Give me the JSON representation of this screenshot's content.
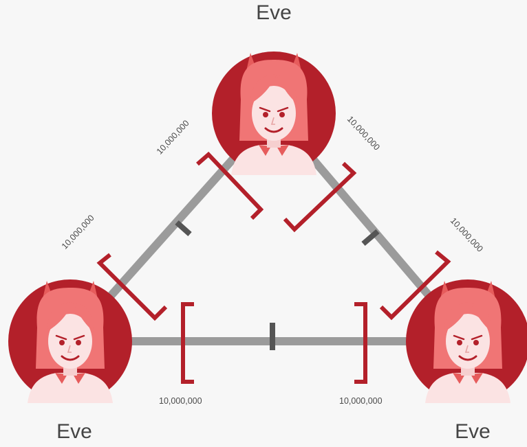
{
  "nodes": {
    "top": {
      "name": "Eve"
    },
    "left": {
      "name": "Eve"
    },
    "right": {
      "name": "Eve"
    }
  },
  "channels": {
    "top_left": {
      "amount_top": "10,000,000",
      "amount_left": "10,000,000"
    },
    "top_right": {
      "amount_top": "10,000,000",
      "amount_right": "10,000,000"
    },
    "bottom": {
      "amount_left": "10,000,000",
      "amount_right": "10,000,000"
    }
  },
  "colors": {
    "background": "#f7f7f7",
    "avatar_circle": "#b3202a",
    "bracket": "#b3202a",
    "channel_line": "#9b9b9b",
    "channel_tick": "#555555",
    "hair": "#f07575",
    "skin": "#fbe3e3"
  },
  "icons": {
    "avatar": "devil-woman-avatar-icon"
  }
}
